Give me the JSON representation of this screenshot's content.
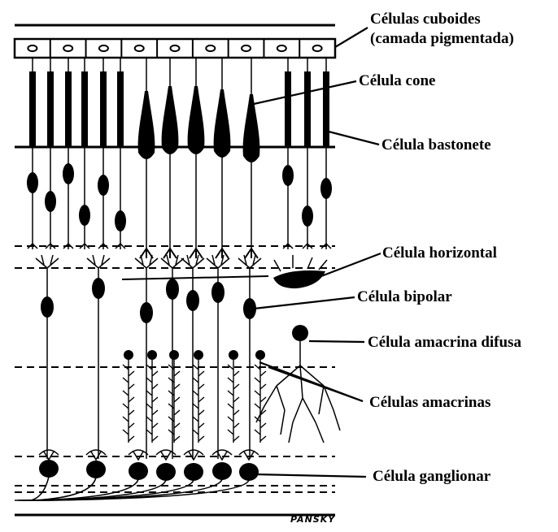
{
  "labels": {
    "cuboidal_line1": "Células cuboides",
    "cuboidal_line2": "(camada pigmentada)",
    "cone": "Célula cone",
    "rod": "Célula bastonete",
    "horizontal": "Célula horizontal",
    "bipolar": "Célula bipolar",
    "diffuse_amacrine": "Célula amacrina difusa",
    "amacrine": "Células amacrinas",
    "ganglion": "Célula ganglionar"
  },
  "signature": "PANSKY",
  "colors": {
    "ink": "#000000",
    "paper": "#ffffff"
  }
}
